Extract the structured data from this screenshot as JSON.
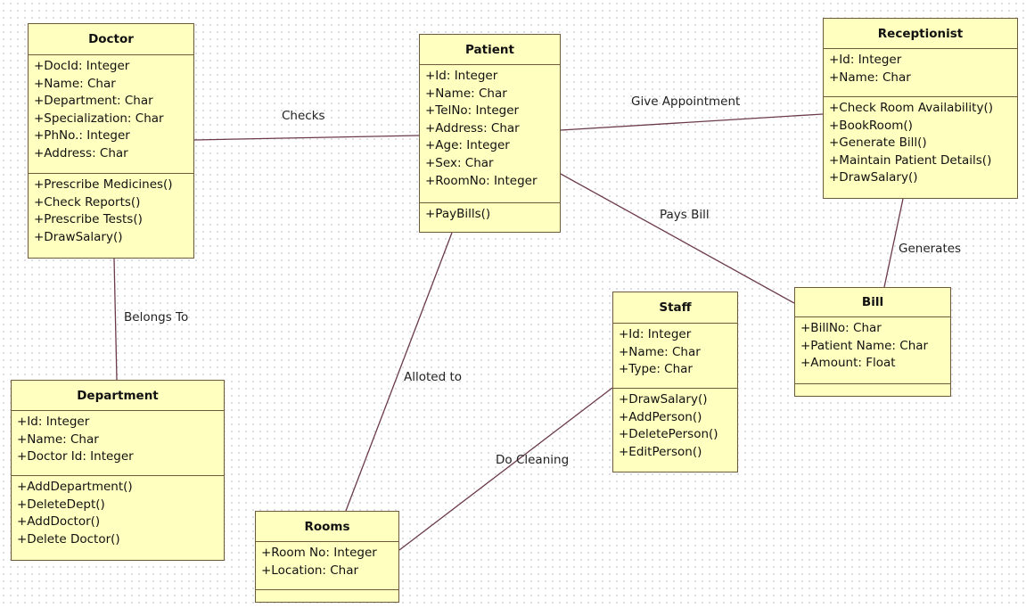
{
  "colors": {
    "class_fill": "#ffffbf",
    "class_border": "#6e5a3a",
    "link": "#6b3a4a"
  },
  "classes": [
    {
      "id": "doctor",
      "name": "Doctor",
      "attributes": [
        "+DocId: Integer",
        "+Name: Char",
        "+Department: Char",
        "+Specialization: Char",
        "+PhNo.: Integer",
        "+Address: Char"
      ],
      "operations": [
        "+Prescribe Medicines()",
        "+Check Reports()",
        "+Prescribe Tests()",
        "+DrawSalary()"
      ]
    },
    {
      "id": "patient",
      "name": "Patient",
      "attributes": [
        "+Id: Integer",
        "+Name: Char",
        "+TelNo: Integer",
        "+Address: Char",
        "+Age: Integer",
        "+Sex: Char",
        "+RoomNo: Integer"
      ],
      "operations": [
        "+PayBills()"
      ]
    },
    {
      "id": "receptionist",
      "name": "Receptionist",
      "attributes": [
        "+Id: Integer",
        "+Name: Char"
      ],
      "operations": [
        "+Check Room Availability()",
        "+BookRoom()",
        "+Generate Bill()",
        "+Maintain Patient Details()",
        "+DrawSalary()"
      ]
    },
    {
      "id": "bill",
      "name": "Bill",
      "attributes": [
        "+BillNo: Char",
        "+Patient Name: Char",
        "+Amount: Float"
      ],
      "operations": []
    },
    {
      "id": "staff",
      "name": "Staff",
      "attributes": [
        "+Id: Integer",
        "+Name: Char",
        "+Type: Char"
      ],
      "operations": [
        "+DrawSalary()",
        "+AddPerson()",
        "+DeletePerson()",
        "+EditPerson()"
      ]
    },
    {
      "id": "department",
      "name": "Department",
      "attributes": [
        "+Id: Integer",
        "+Name: Char",
        "+Doctor Id: Integer"
      ],
      "operations": [
        "+AddDepartment()",
        "+DeleteDept()",
        "+AddDoctor()",
        "+Delete Doctor()"
      ]
    },
    {
      "id": "rooms",
      "name": "Rooms",
      "attributes": [
        "+Room No: Integer",
        "+Location: Char"
      ],
      "operations": []
    }
  ],
  "associations": [
    {
      "id": "checks",
      "label": "Checks",
      "from": "doctor",
      "to": "patient"
    },
    {
      "id": "give-appointment",
      "label": "Give Appointment",
      "from": "patient",
      "to": "receptionist"
    },
    {
      "id": "pays-bill",
      "label": "Pays Bill",
      "from": "patient",
      "to": "bill"
    },
    {
      "id": "generates",
      "label": "Generates",
      "from": "receptionist",
      "to": "bill"
    },
    {
      "id": "belongs-to",
      "label": "Belongs To",
      "from": "doctor",
      "to": "department"
    },
    {
      "id": "alloted-to",
      "label": "Alloted to",
      "from": "patient",
      "to": "rooms"
    },
    {
      "id": "do-cleaning",
      "label": "Do Cleaning",
      "from": "staff",
      "to": "rooms"
    }
  ]
}
